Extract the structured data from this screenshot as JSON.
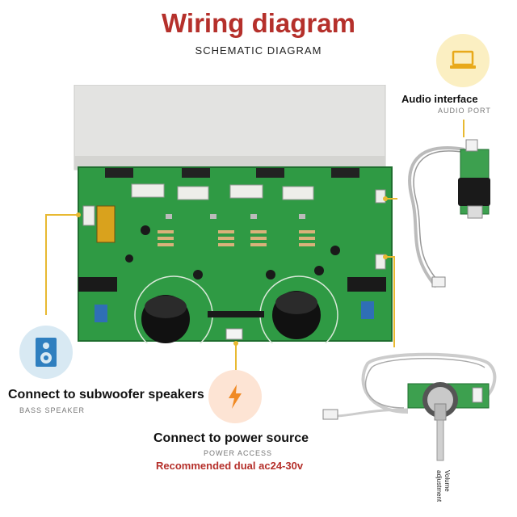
{
  "header": {
    "title": "Wiring diagram",
    "subtitle": "SCHEMATIC DIAGRAM"
  },
  "audio_interface": {
    "title": "Audio interface",
    "subtitle": "AUDIO PORT",
    "icon": "laptop-icon"
  },
  "subwoofer": {
    "title": "Connect to subwoofer speakers",
    "subtitle": "BASS SPEAKER",
    "icon": "speaker-icon"
  },
  "power": {
    "title": "Connect to power source",
    "subtitle": "POWER ACCESS",
    "note": "Recommended dual ac24-30v",
    "icon": "lightning-icon"
  },
  "volume": {
    "label_line1": "Volume",
    "label_line2": "adjustment"
  },
  "colors": {
    "title_red": "#b5302b",
    "accent_yellow": "#e8b931",
    "pcb_green": "#2f9a44",
    "speaker_bg": "#d8e9f3"
  }
}
